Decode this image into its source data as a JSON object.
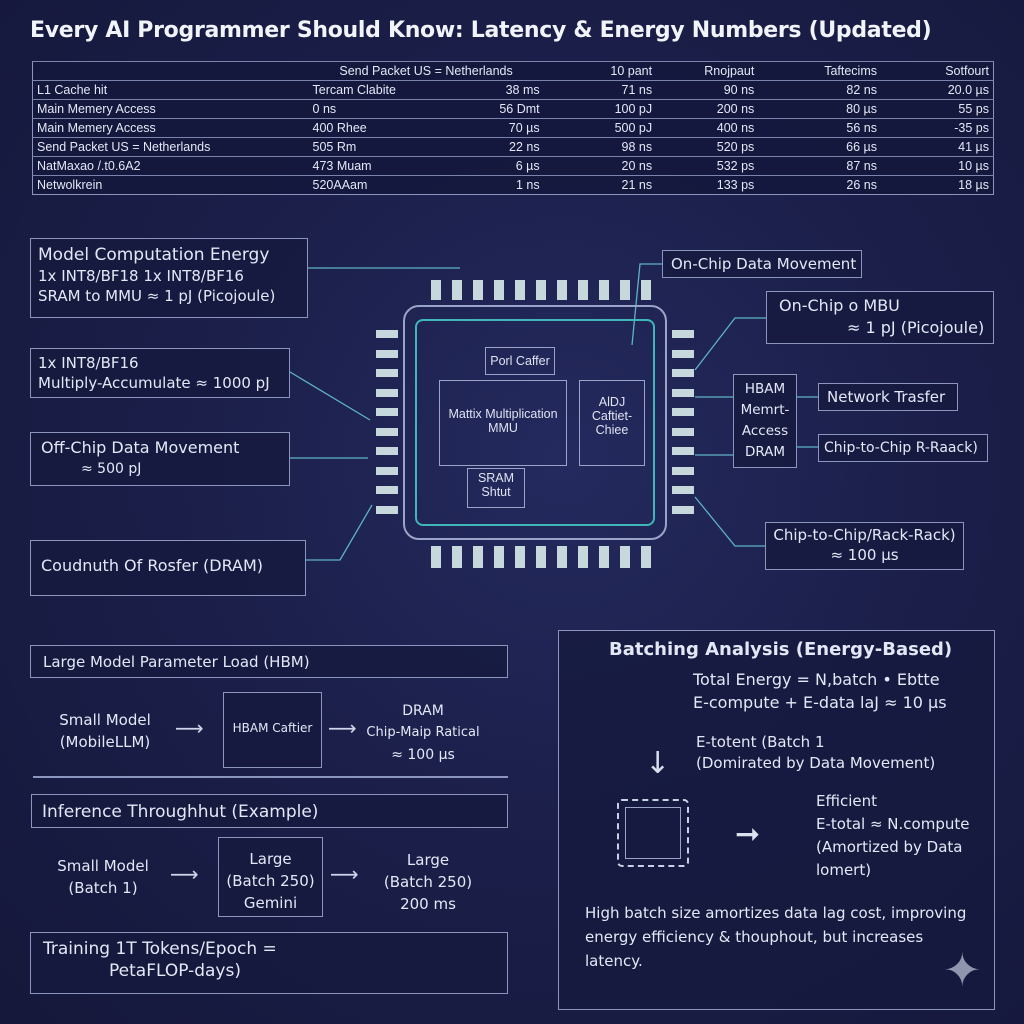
{
  "title": "Every AI Programmer Should Know: Latency & Energy Numbers (Updated)",
  "table": {
    "header": [
      "",
      "Send Packet US = Netherlands",
      "",
      "10 pant",
      "Rnojpaut",
      "Taftecims",
      "Sotfourt"
    ],
    "rows": [
      [
        "L1 Cache hit",
        "Tercam Clabite",
        "38 ms",
        "71 ns",
        "90 ns",
        "82 ns",
        "20.0 µs"
      ],
      [
        "Main Memery Access",
        "0 ns",
        "56 Dmt",
        "100 pJ",
        "200 ns",
        "80 µs",
        "55 ps"
      ],
      [
        "Main Memery Access",
        "400 Rhee",
        "70 µs",
        "500 pJ",
        "400 ns",
        "56 ns",
        "-35 ps"
      ],
      [
        "Send Packet US = Netherlands",
        "505 Rm",
        "22 ns",
        "98 ns",
        "520 ps",
        "66 µs",
        "41 µs"
      ],
      [
        "NatMaxao /.t0.6A2",
        "473 Muam",
        "6 µs",
        "20 ns",
        "532 ps",
        "87 ns",
        "10 µs"
      ],
      [
        "Netwolkrein",
        "520AAam",
        "1 ns",
        "21 ns",
        "133 ps",
        "26 ns",
        "18 µs"
      ]
    ]
  },
  "left": {
    "compute": {
      "title": "Model Computation Energy",
      "l1": "1x INT8/BF18 1x INT8/BF16",
      "l2": "SRAM to MMU ≈ 1 pJ (Picojoule)"
    },
    "mac": {
      "l1": "1x INT8/BF16",
      "l2": "Multiply-Accumulate ≈ 1000 pJ"
    },
    "offchip": {
      "l1": "Off-Chip Data Movement",
      "l2": "≈ 500 pJ"
    },
    "dram": {
      "l1": "Coudnuth Of Rosfer (DRAM)"
    }
  },
  "chip": {
    "port": "Porl Caffer",
    "mmu": "Mattix Multiplication\nMMU",
    "cache": "AlDJ\nCaftiet-\nChiee",
    "sram": "SRAM\nShtut"
  },
  "right": {
    "onchip_move": "On-Chip Data Movement",
    "onchip_mbu": {
      "l1": "On-Chip o MBU",
      "l2": "≈ 1 pJ (Picojoule)"
    },
    "hbam": [
      "HBAM",
      "Memrt-",
      "Access",
      "DRAM"
    ],
    "network": "Network Trasfer",
    "c2c": "Chip-to-Chip R-Raack)",
    "c2c_rack": {
      "l1": "Chip-to-Chip/Rack-Rack)",
      "l2": "≈ 100 µs"
    }
  },
  "param_load": {
    "title": "Large Model Parameter Load (HBM)",
    "small": [
      "Small Model",
      "(MobileLLM)"
    ],
    "box": "HBAM Caftier",
    "dest": [
      "DRAM",
      "Chip-Maip Ratical",
      "≈ 100 µs"
    ]
  },
  "inference": {
    "title": "Inference Throughhut (Example)",
    "small": [
      "Small Model",
      "(Batch 1)"
    ],
    "box": [
      "Large",
      "(Batch 250)",
      "Gemini"
    ],
    "dest": [
      "Large",
      "(Batch 250)",
      "200 ms"
    ]
  },
  "training": {
    "l1": "Training 1T Tokens/Epoch =",
    "l2": "PetaFLOP-days)"
  },
  "batching": {
    "title": "Batching Analysis (Energy-Based)",
    "f1": "Total Energy = N,batch • Ebtte",
    "f2": "E-compute + E-data laJ ≈ 10 µs",
    "b1": "E-totent  (Batch 1",
    "b2": "(Domirated by Data Movement)",
    "eff": [
      "Efficient",
      "E-total ≈ N.compute",
      "(Amortized by Data",
      "lomert)"
    ],
    "note": "High batch size amortizes data lag cost, improving energy efficiency & thouphout, but increases latency."
  }
}
